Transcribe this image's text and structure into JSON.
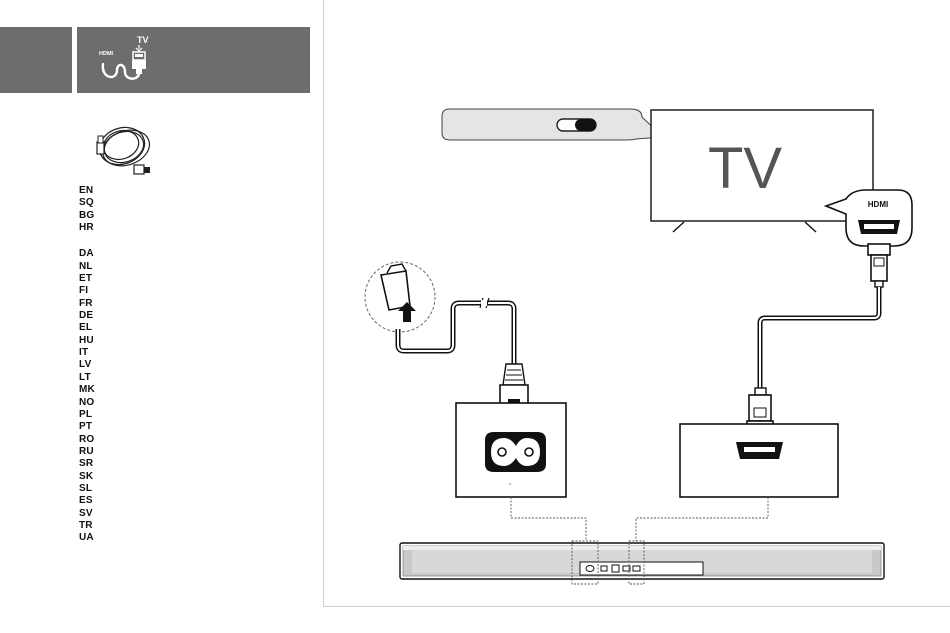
{
  "header": {
    "tv_label": "TV",
    "hdmi_label": "HDMI",
    "icon": "hdmi-to-tv-icon"
  },
  "accessory": {
    "icon": "hdmi-cable-icon"
  },
  "languages": [
    "EN",
    "SQ",
    "BG",
    "HR",
    "",
    "DA",
    "NL",
    "ET",
    "FI",
    "FR",
    "DE",
    "EL",
    "HU",
    "IT",
    "LV",
    "LT",
    "MK",
    "NO",
    "PL",
    "PT",
    "RO",
    "RU",
    "SR",
    "SK",
    "SL",
    "ES",
    "SV",
    "TR",
    "UA"
  ],
  "diagram": {
    "tv_text": "TV",
    "hdmi_port_label": "HDMI",
    "power_port_mark": "~",
    "icons": [
      "tv-icon",
      "settings-toggle-icon",
      "power-plug-icon",
      "power-cable-icon",
      "hdmi-cable-icon",
      "soundbar-icon"
    ]
  },
  "colors": {
    "header_gray": "#6d6d6d",
    "line_dark": "#111111",
    "bubble_gray": "#e5e5e5"
  }
}
